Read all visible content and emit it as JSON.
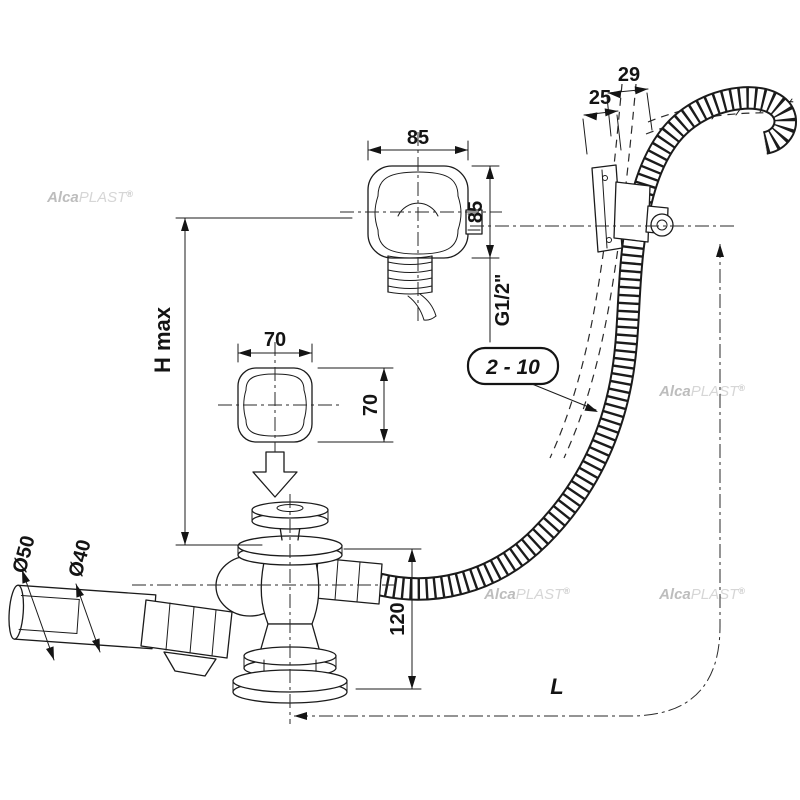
{
  "watermark": {
    "bold": "Alca",
    "light": "PLAST",
    "reg": "®"
  },
  "dims": {
    "overflow_width": "85",
    "overflow_height": "85",
    "rim_offset_outer": "29",
    "rim_offset_inner": "25",
    "thread": "G1/2\"",
    "wall_range": "2 - 10",
    "knob_width": "70",
    "knob_height": "70",
    "height_max": "H max",
    "pipe_outer": "Ø50",
    "pipe_inner": "Ø40",
    "waste_height": "120",
    "hose_length": "L"
  }
}
